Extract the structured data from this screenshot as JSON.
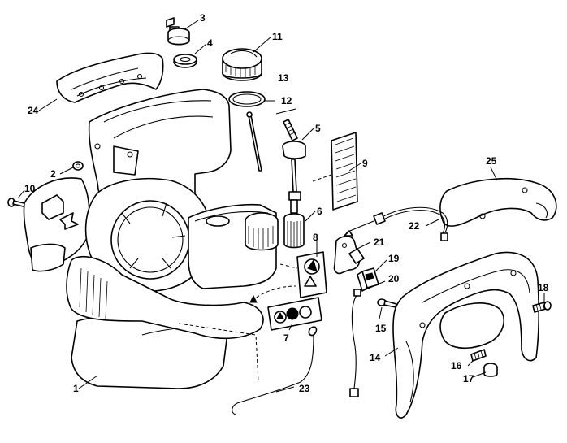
{
  "callouts": [
    "1",
    "2",
    "3",
    "4",
    "5",
    "6",
    "7",
    "8",
    "9",
    "10",
    "11",
    "12",
    "13",
    "14",
    "15",
    "16",
    "17",
    "18",
    "19",
    "20",
    "21",
    "22",
    "23",
    "24",
    "25"
  ],
  "colors": {
    "line": "#000000",
    "background": "#ffffff"
  }
}
